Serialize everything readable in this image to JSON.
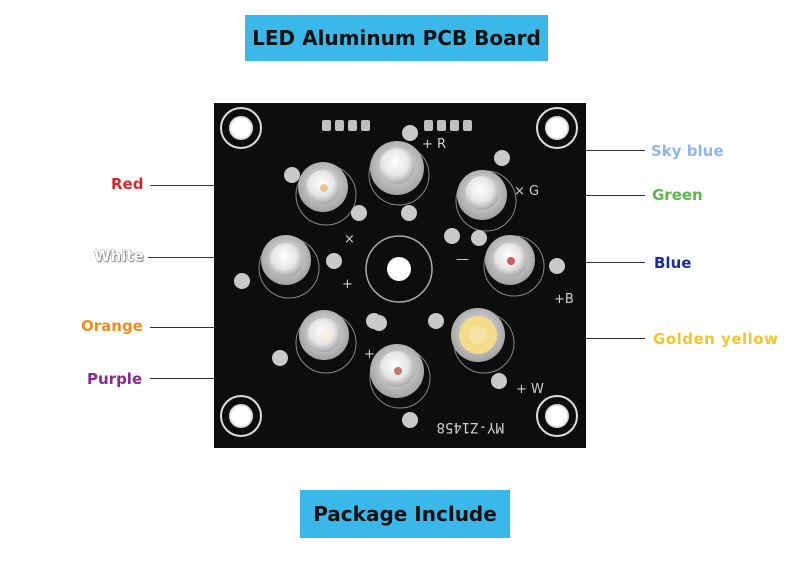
{
  "title": "LED Aluminum PCB Board",
  "package_label": "Package Include",
  "board_marking": "MY-Z1458",
  "colors": {
    "banner": "#3ab8ea",
    "board": "#0d0d0d"
  },
  "callouts": [
    {
      "id": "red",
      "label": "Red",
      "color": "#d9262b"
    },
    {
      "id": "white",
      "label": "White",
      "color": "#e8e8e8"
    },
    {
      "id": "orange",
      "label": "Orange",
      "color": "#f08c1e"
    },
    {
      "id": "purple",
      "label": "Purple",
      "color": "#8a2a8c"
    },
    {
      "id": "sky-blue",
      "label": "Sky blue",
      "color": "#8fb8e8"
    },
    {
      "id": "green",
      "label": "Green",
      "color": "#58b947"
    },
    {
      "id": "blue",
      "label": "Blue",
      "color": "#1c2aa0"
    },
    {
      "id": "golden-yellow",
      "label": "Golden yellow",
      "color": "#f4c52e"
    }
  ]
}
